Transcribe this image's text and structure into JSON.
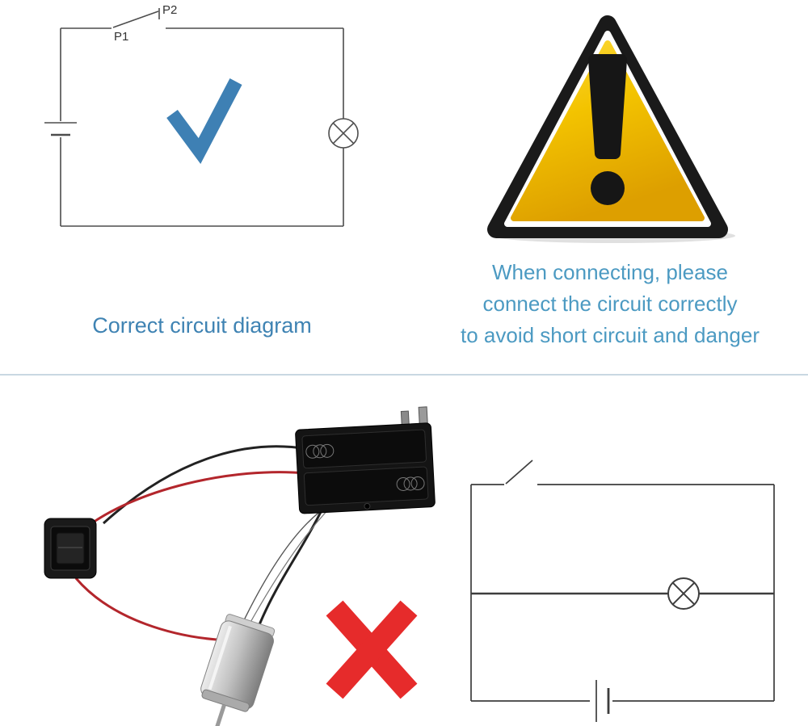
{
  "correct_section": {
    "p1": "P1",
    "p2": "P2",
    "caption": "Correct circuit diagram"
  },
  "warning_section": {
    "line1": "When connecting, please",
    "line2": "connect the circuit correctly",
    "line3": "to avoid short circuit and danger"
  },
  "icons": {
    "checkmark_icon": "blue check mark (correct)",
    "cross_icon": "red X mark (wrong)",
    "warning_triangle_icon": "yellow exclamation warning triangle",
    "lamp_icon": "circle with X lamp symbol",
    "battery_icon": "battery plate symbol",
    "switch_icon": "open switch symbol"
  },
  "colors": {
    "caption_blue": "#3f83b3",
    "warning_text_blue": "#4c9ac2",
    "check_blue": "#3e80b4",
    "cross_red": "#e62b2b",
    "triangle_yellow": "#f3c300",
    "circuit_line_gray": "#4d4d4d",
    "divider_gray_blue": "#c9d8e2"
  }
}
